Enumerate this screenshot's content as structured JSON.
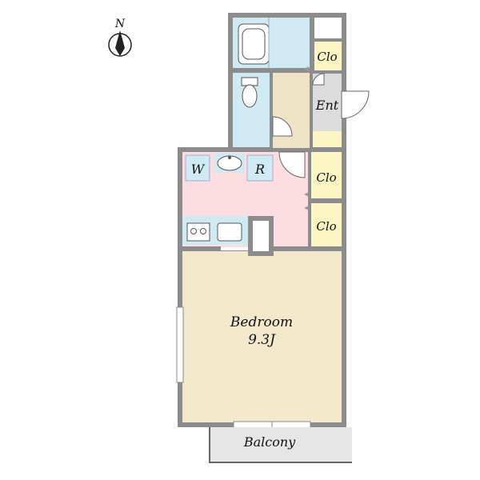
{
  "compass": {
    "label": "N"
  },
  "rooms": {
    "bedroom": {
      "label": "Bedroom",
      "size": "9.3J"
    },
    "balcony": {
      "label": "Balcony"
    },
    "entrance": {
      "label": "Ent"
    },
    "closet_top": {
      "label": "Clo"
    },
    "closet_mid": {
      "label": "Clo"
    },
    "closet_low": {
      "label": "Clo"
    },
    "washer": {
      "label": "W"
    },
    "fridge": {
      "label": "R"
    }
  },
  "colors": {
    "bedroom": "#f2e8cc",
    "wet_area": "#cfeaf3",
    "kitchen": "#fbdde2",
    "closet": "#fbf6c4",
    "entrance": "#dcdcdc",
    "hall": "#efe3c7",
    "balcony": "#e6e6e6",
    "wall": "#8c8c8c"
  }
}
